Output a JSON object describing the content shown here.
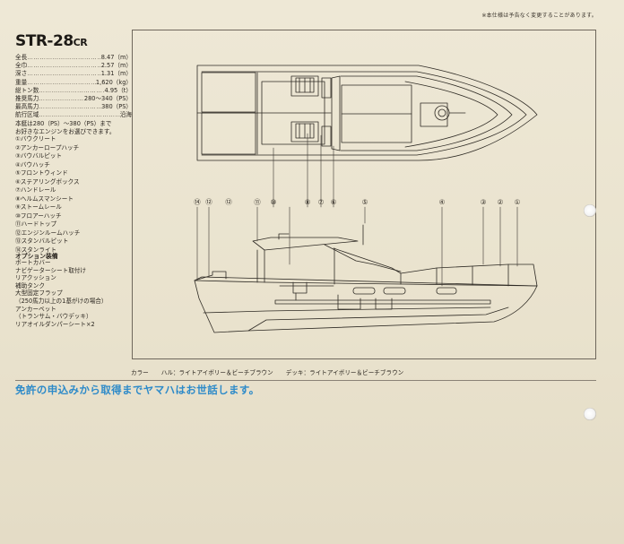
{
  "notice": "※本仕様は予告なく変更することがあります。",
  "model": {
    "name": "STR-28",
    "suffix": "CR"
  },
  "specs": [
    {
      "label": "全長",
      "value": "8.47（m）"
    },
    {
      "label": "全巾",
      "value": "2.57（m）"
    },
    {
      "label": "深さ",
      "value": "1.31（m）"
    },
    {
      "label": "重量",
      "value": "1,620（kg）"
    },
    {
      "label": "総トン数",
      "value": "4.95（t）"
    },
    {
      "label": "推奨馬力",
      "value": "280〜340（PS）"
    },
    {
      "label": "最高馬力",
      "value": "380（PS）"
    },
    {
      "label": "航行区域",
      "value": "沿海"
    }
  ],
  "spec_note_1": "本艇は280（PS）〜380（PS）まで",
  "spec_note_2": "お好きなエンジンをお選びできます。",
  "parts": [
    "①バウクリート",
    "②アンカーロープハッチ",
    "③バウバルピット",
    "④バウハッチ",
    "⑤フロントウィンド",
    "⑥ステアリングボックス",
    "⑦ハンドレール",
    "⑧ヘルムスマンシート",
    "⑨ストームレール",
    "⑩フロアーハッチ",
    "⑪ハードトップ",
    "⑫エンジンルームハッチ",
    "⑬スタンバルピット",
    "⑭スタンライト"
  ],
  "options_title": "オプション装備",
  "options": [
    "ボートカバー",
    "ナビゲーターシート取付け",
    "リアクッション",
    "補助タンク",
    "大型固定フラップ",
    "（250馬力以上の1基がけの場合）",
    "アンカーベット",
    "（トランサム・バウデッキ）",
    "リアオイルダンパーシート×2"
  ],
  "callouts": [
    "⑭",
    "⑫",
    "⑪",
    "⑩",
    "⑧",
    "⑦",
    "⑥",
    "⑤",
    "④",
    "③",
    "②",
    "①"
  ],
  "colors": {
    "label": "カラー",
    "hull": "ハル：ライトアイボリー＆ビーチブラウン",
    "deck": "デッキ：ライトアイボリー＆ビーチブラウン"
  },
  "slogan": "免許の申込みから取得までヤマハはお世話します。",
  "palette": {
    "slogan": "#2d8ac9",
    "ink": "#2b2620",
    "paper": "#ece6d3"
  }
}
